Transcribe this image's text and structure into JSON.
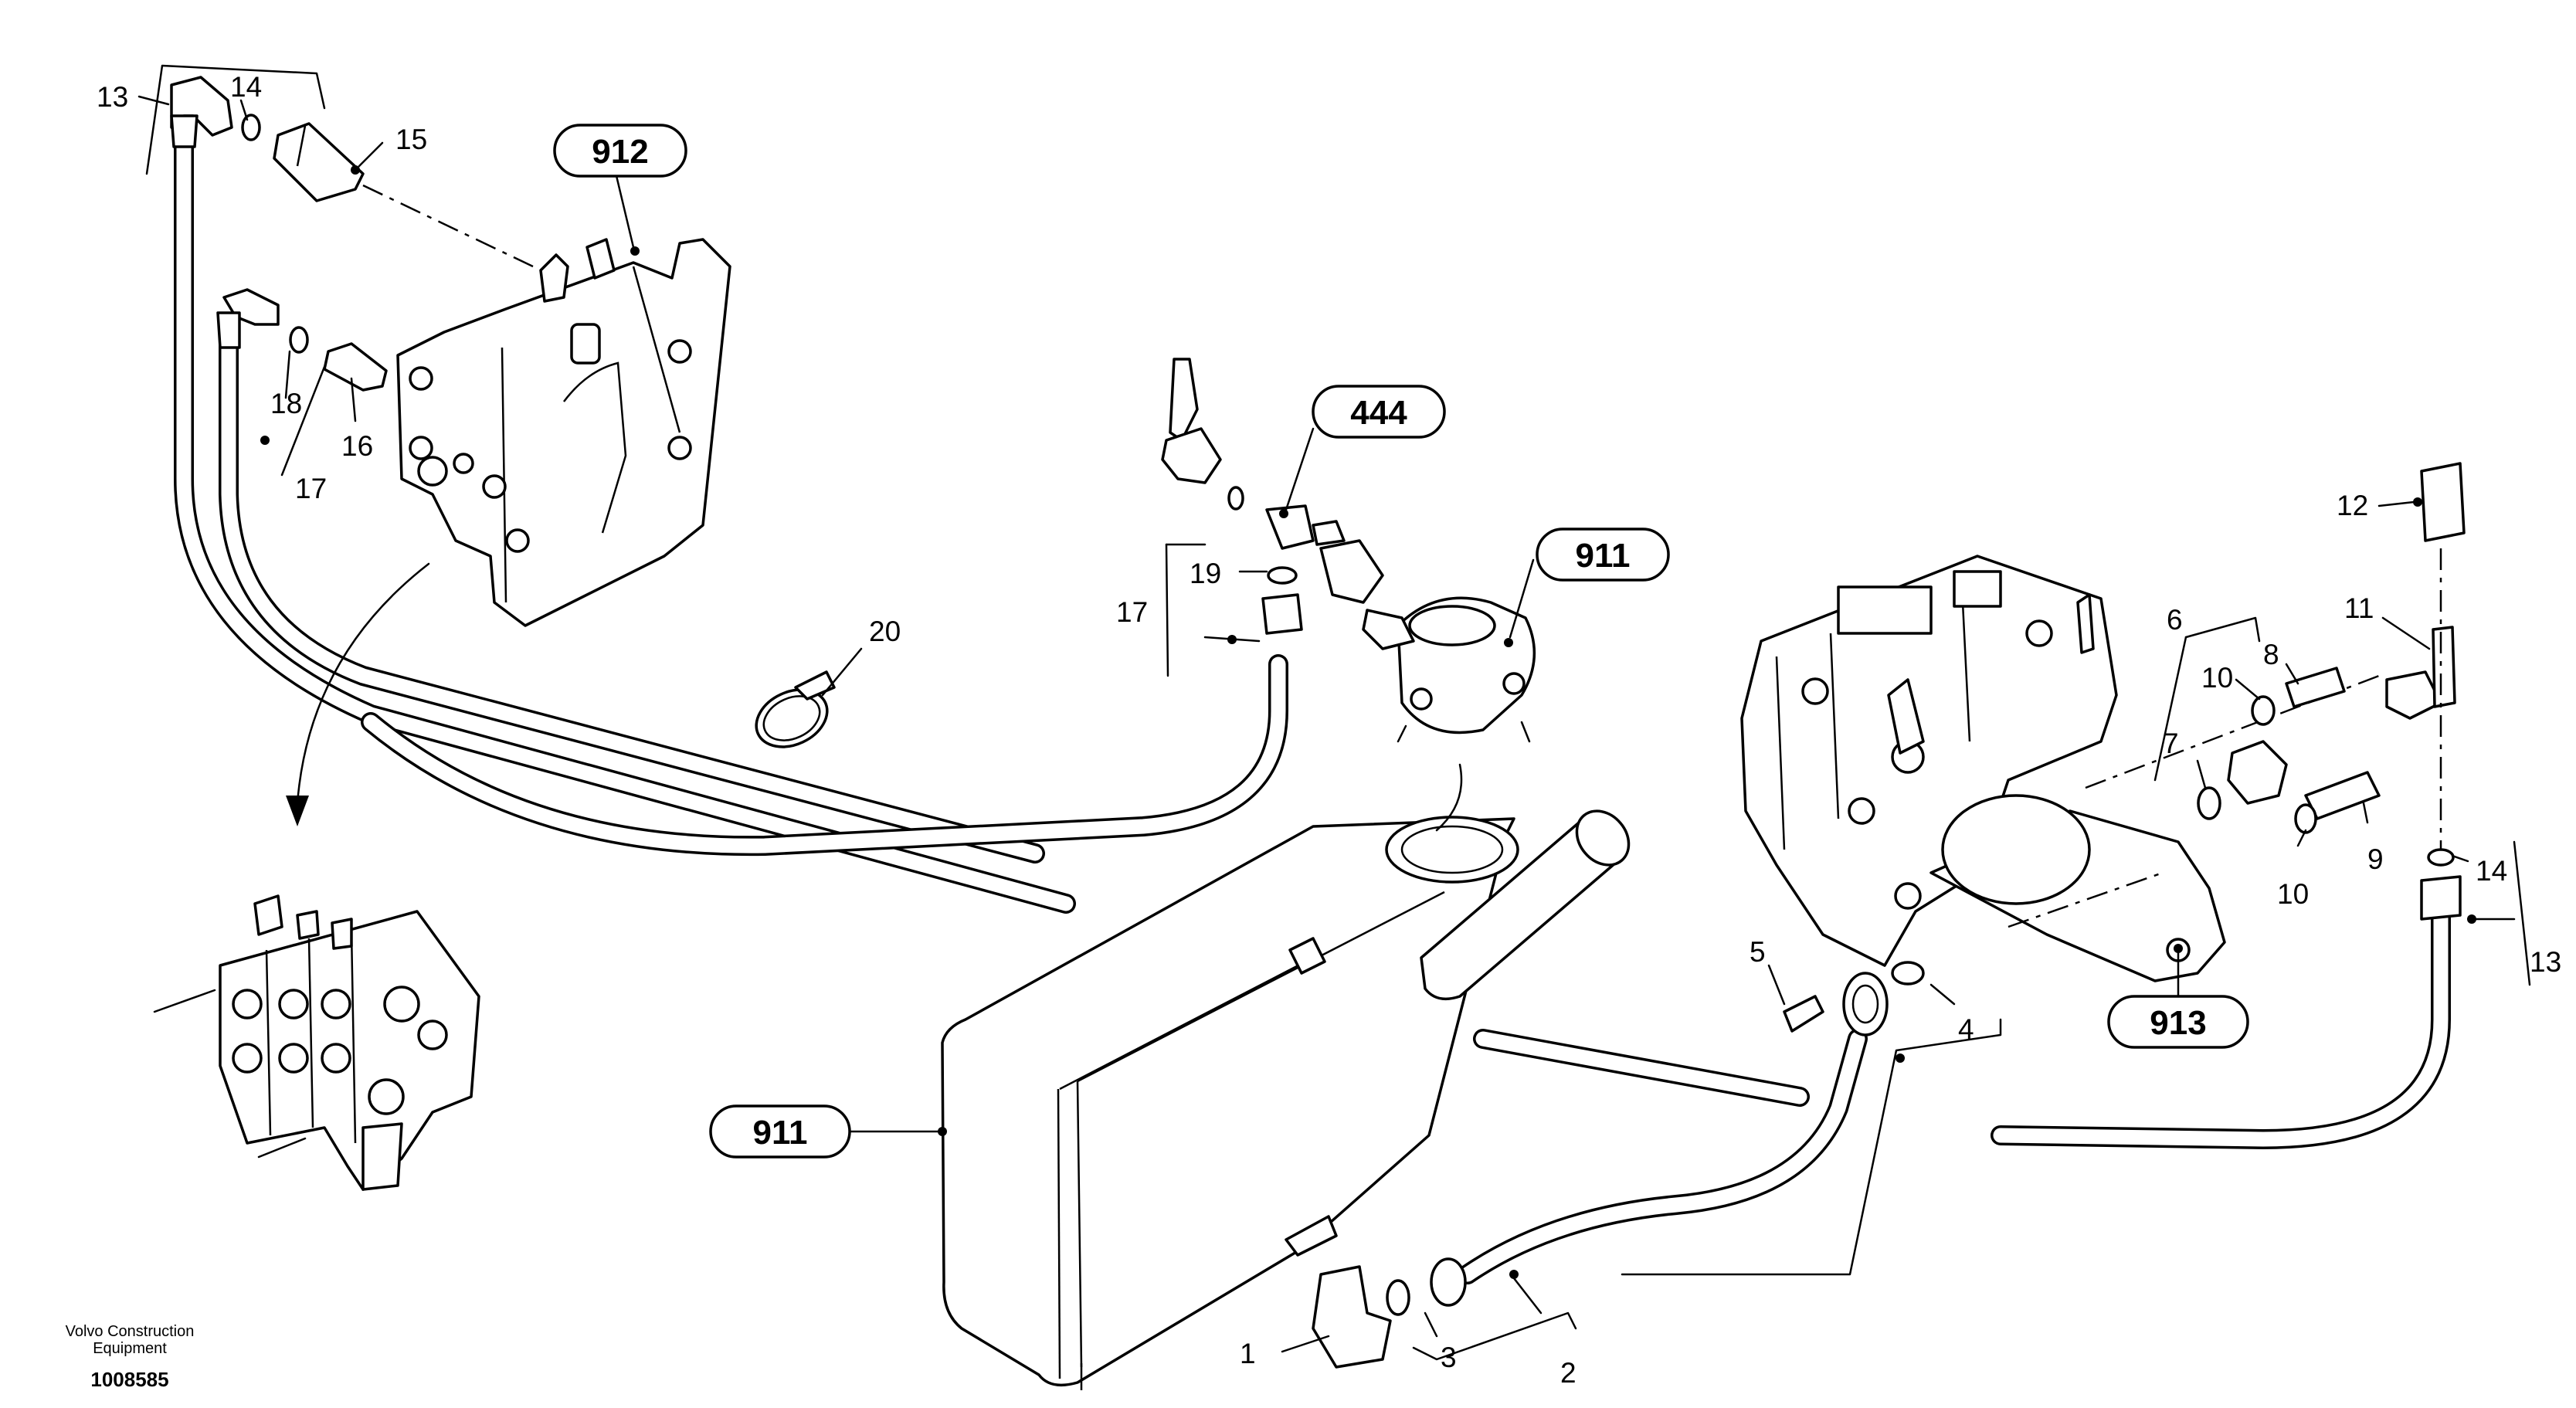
{
  "callouts": {
    "c1": "1",
    "c2": "2",
    "c3": "3",
    "c4": "4",
    "c5": "5",
    "c6": "6",
    "c7": "7",
    "c8": "8",
    "c9": "9",
    "c10a": "10",
    "c10b": "10",
    "c11": "11",
    "c12": "12",
    "c13a": "13",
    "c13b": "13",
    "c14a": "14",
    "c14b": "14",
    "c15": "15",
    "c16": "16",
    "c17a": "17",
    "c17b": "17",
    "c18": "18",
    "c19": "19",
    "c20": "20"
  },
  "group_refs": {
    "g912": "912",
    "g444": "444",
    "g911_top": "911",
    "g911_tank": "911",
    "g913": "913"
  },
  "footer": {
    "brand_line1": "Volvo Construction",
    "brand_line2": "Equipment",
    "drawing_number": "1008585"
  }
}
